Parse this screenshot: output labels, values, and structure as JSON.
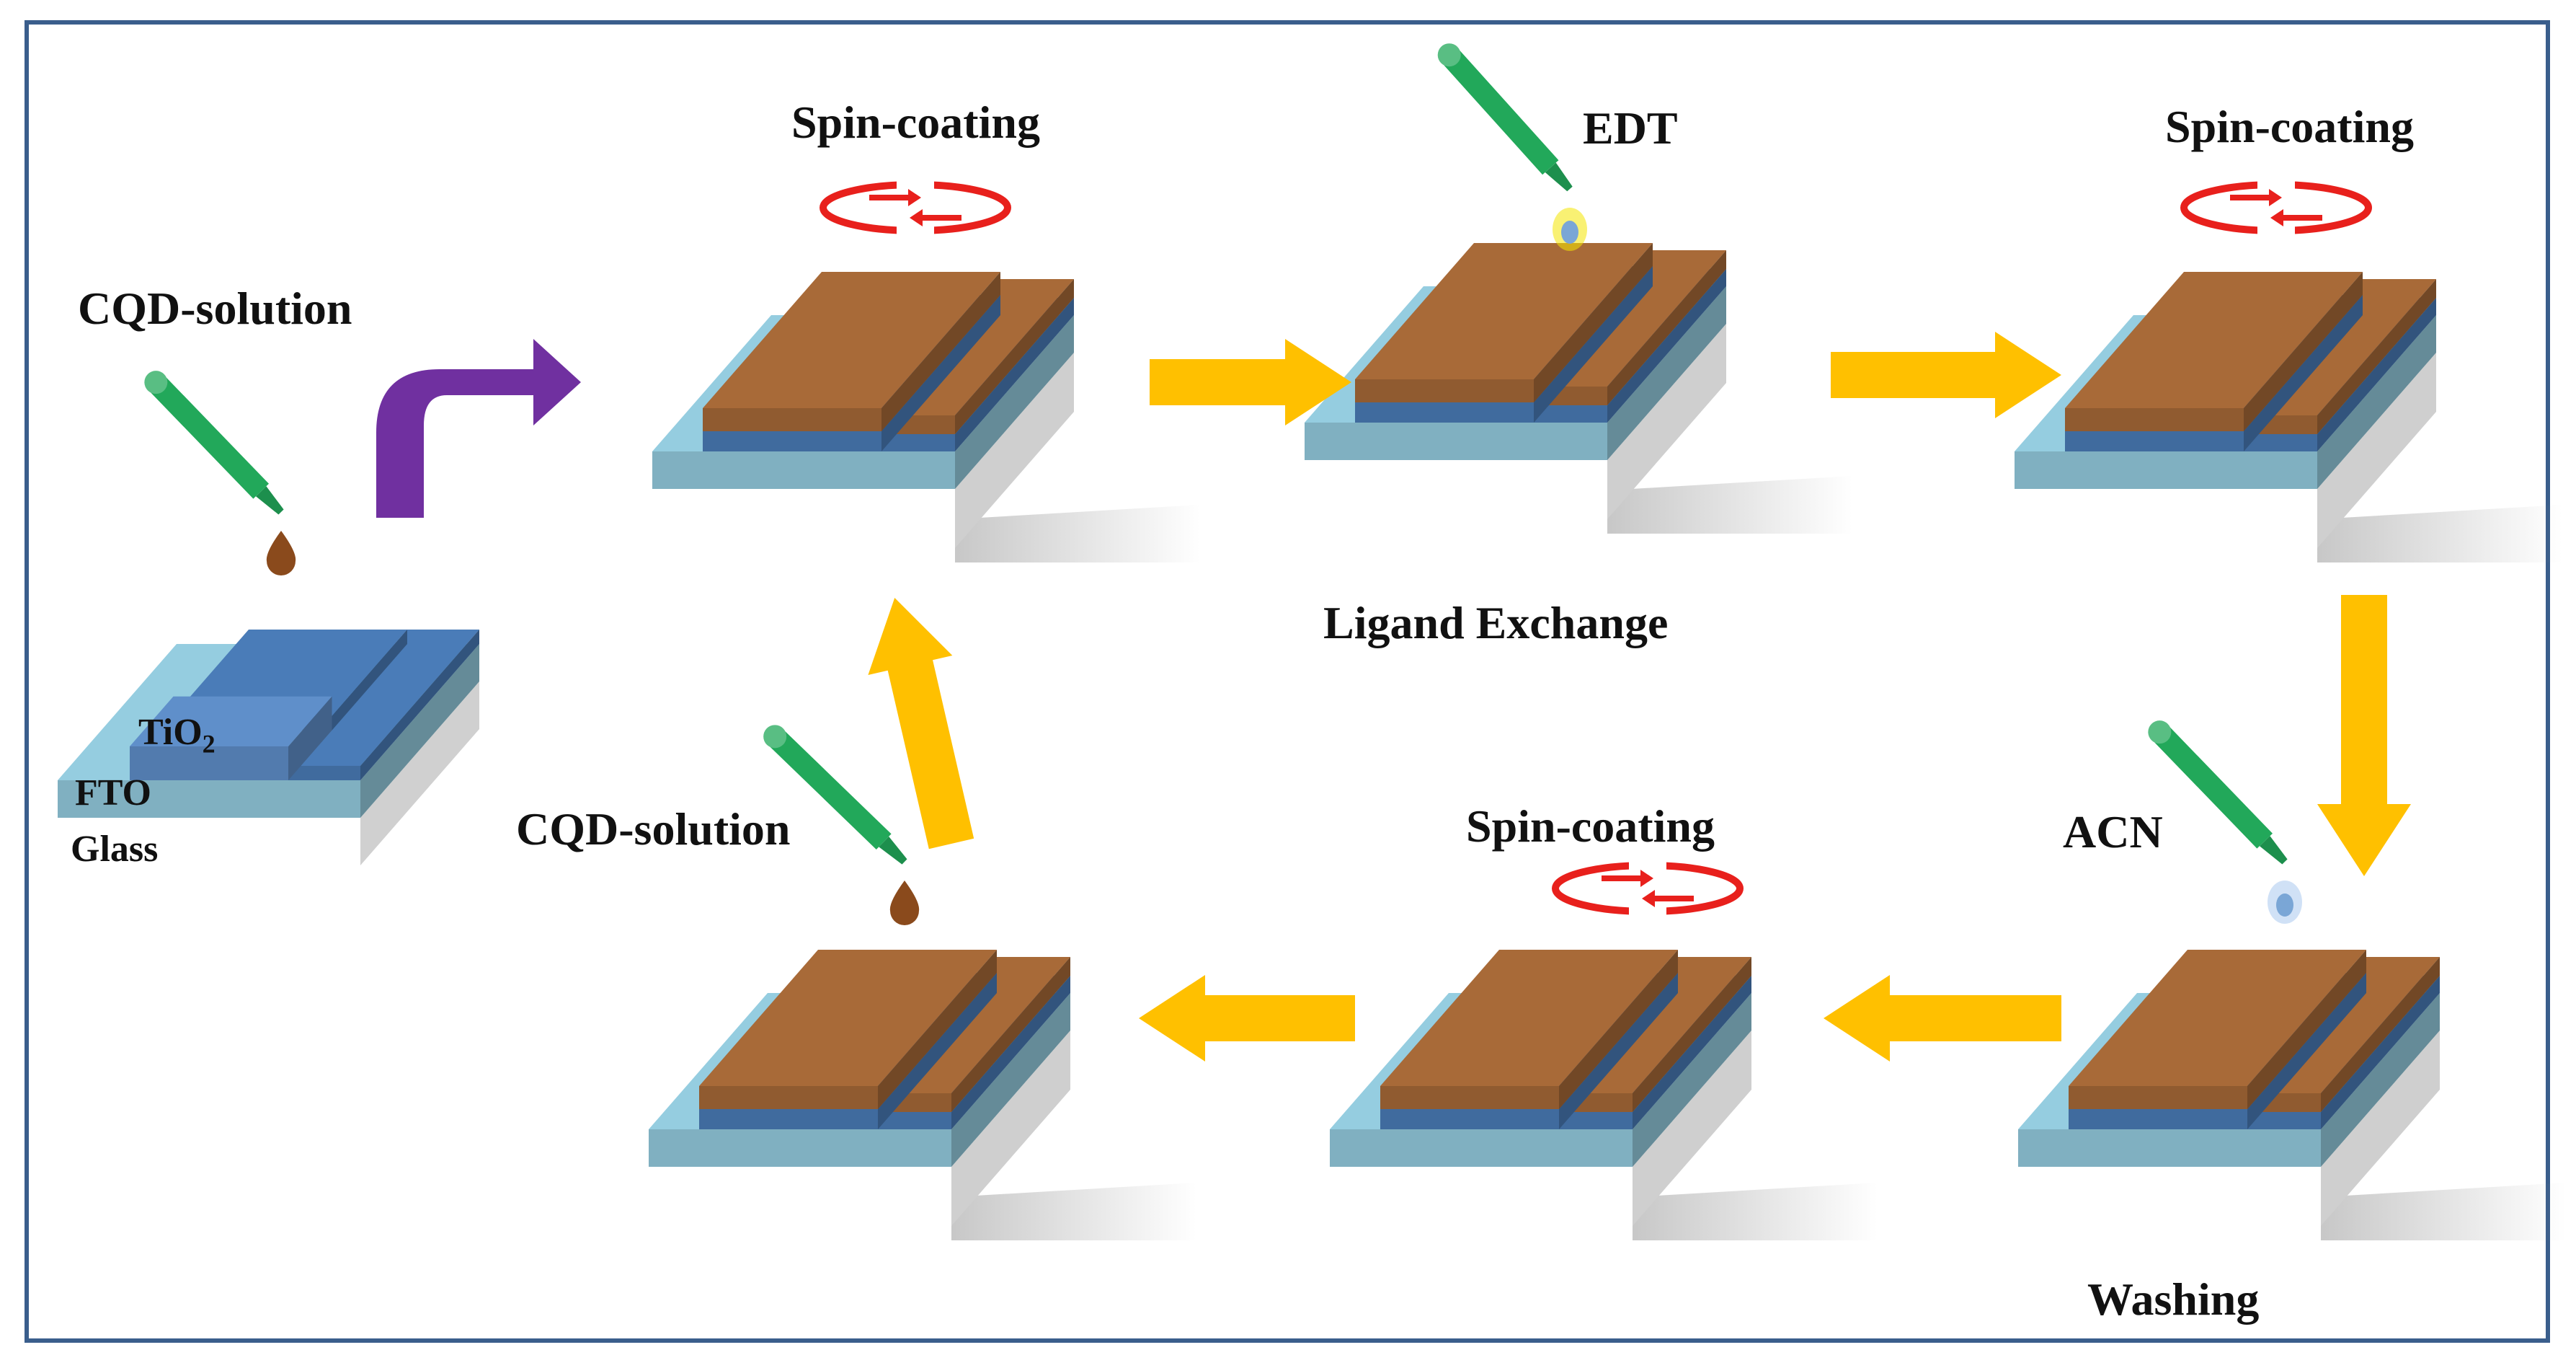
{
  "colors": {
    "frame": "#3a5e8c",
    "glass": "#ffffff",
    "fto": "#95cde0",
    "tio2": "#4a7cb8",
    "tio2_substrate": "#5f8fca",
    "cqd": "#a86a38",
    "pipette": "#22a85a",
    "droplet_cqd": "#8a4a1c",
    "droplet_edt": "#f4e600",
    "droplet_acn": "#a9c9ee",
    "arrow_process": "#ffc000",
    "arrow_start": "#7030a0",
    "spin_ring": "#e8201c"
  },
  "substrate": {
    "layers": [
      {
        "name": "TiO",
        "subscript": "2"
      },
      {
        "name": "FTO"
      },
      {
        "name": "Glass"
      }
    ],
    "step_label": "CQD-solution"
  },
  "steps": [
    {
      "id": "spin-coating-1",
      "label": "Spin-coating",
      "symbol": "spin"
    },
    {
      "id": "ligand-exchange",
      "label": "EDT",
      "caption": "Ligand Exchange",
      "symbol": "pipette-edt"
    },
    {
      "id": "spin-coating-2",
      "label": "Spin-coating",
      "symbol": "spin"
    },
    {
      "id": "washing",
      "label": "ACN",
      "caption": "Washing",
      "symbol": "pipette-acn"
    },
    {
      "id": "spin-coating-3",
      "label": "Spin-coating",
      "symbol": "spin"
    },
    {
      "id": "cqd-deposition",
      "label": "CQD-solution",
      "symbol": "pipette-cqd"
    }
  ]
}
